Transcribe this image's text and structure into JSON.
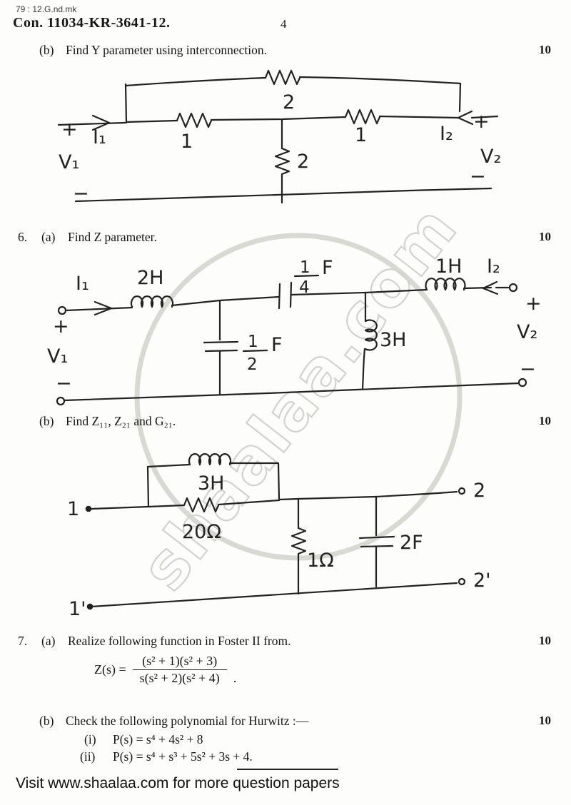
{
  "header": {
    "ref_code": "79 : 12.G.nd.mk",
    "exam_code": "Con. 11034-KR-3641-12.",
    "page_number": "4"
  },
  "watermark": {
    "text": "shaalaa.com"
  },
  "sym": {
    "plus": "+",
    "minus": "−"
  },
  "q5b": {
    "label": "(b)",
    "text": "Find Y parameter using interconnection.",
    "marks": "10"
  },
  "q6": {
    "number": "6.",
    "a": {
      "label": "(a)",
      "text": "Find Z parameter.",
      "marks": "10"
    },
    "b": {
      "label": "(b)",
      "text": "Find Z₁₁, Z₂₁ and G₂₁.",
      "marks": "10"
    }
  },
  "q7": {
    "number": "7.",
    "a": {
      "label": "(a)",
      "text": "Realize following function in Foster II from.",
      "marks": "10",
      "formula": {
        "lhs": "Z(s) =",
        "numerator": "(s² + 1)(s² + 3)",
        "denominator": "s(s² + 2)(s² + 4)",
        "suffix": "."
      }
    },
    "b": {
      "label": "(b)",
      "text": "Check the following polynomial for Hurwitz :—",
      "marks": "10",
      "items": [
        {
          "label": "(i)",
          "text": "P(s) = s⁴ + 4s² + 8"
        },
        {
          "label": "(ii)",
          "text": "P(s) = s⁴ + s³ + 5s² + 3s + 4."
        }
      ]
    }
  },
  "circuit1": {
    "labels": {
      "i1": "I₁",
      "i2": "I₂",
      "v1": "V₁",
      "v2": "V₂",
      "r_top": "2",
      "r_left": "1",
      "r_right": "1",
      "r_shunt": "2"
    }
  },
  "circuit2": {
    "labels": {
      "i1": "I₁",
      "i2": "I₂",
      "v1": "V₁",
      "v2": "V₂",
      "l_left": "2H",
      "l_right": "1H",
      "l_shunt": "3H",
      "c_series_num": "1",
      "c_series_den": "4",
      "c_series_unit": "F",
      "c_shunt_num": "1",
      "c_shunt_den": "2",
      "c_shunt_unit": "F"
    }
  },
  "circuit3": {
    "labels": {
      "ind": "3H",
      "res": "20Ω",
      "res_shunt": "1Ω",
      "cap": "2F",
      "t1": "1",
      "t2": "2",
      "t1b": "1'",
      "t2b": "2'"
    }
  },
  "footer": {
    "text": "Visit www.shaalaa.com for more question papers"
  }
}
